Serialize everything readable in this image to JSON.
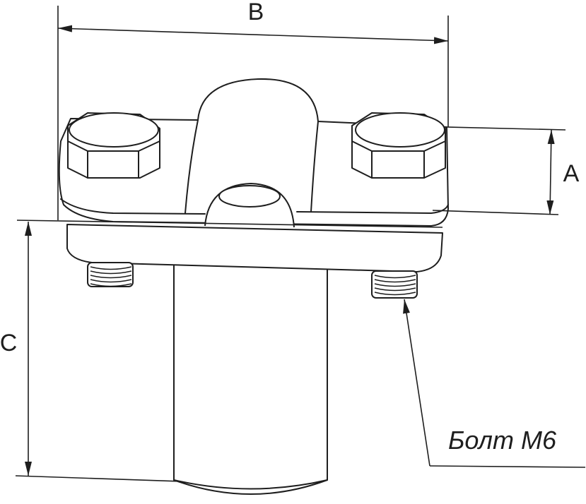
{
  "dimensions": {
    "b_label": "B",
    "a_label": "A",
    "c_label": "C"
  },
  "callout": {
    "bolt_label": "Болт М6"
  }
}
